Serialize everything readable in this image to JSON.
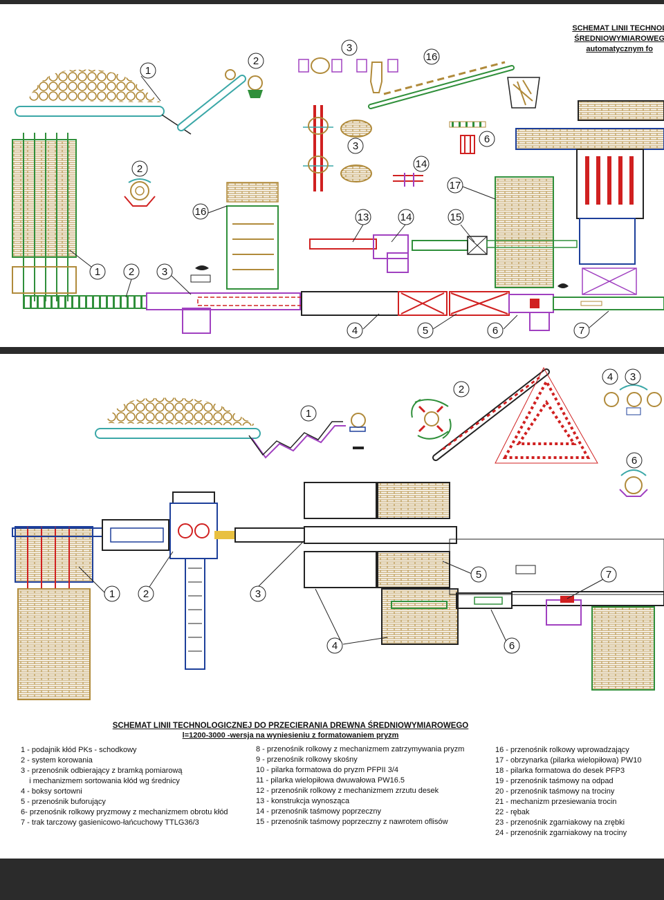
{
  "top_title": {
    "line1": "SCHEMAT LINII TECHNOL",
    "line2": "ŚREDNIOWYMIAROWEG",
    "line3": "automatycznym fo"
  },
  "top_callouts": [
    "1",
    "2",
    "3",
    "16",
    "3",
    "6",
    "14",
    "2",
    "17",
    "16",
    "13",
    "14",
    "15",
    "1",
    "2",
    "3",
    "4",
    "5",
    "6",
    "7"
  ],
  "bottom_callouts": [
    "1",
    "2",
    "4",
    "3",
    "6",
    "1",
    "2",
    "3",
    "5",
    "7",
    "4",
    "6"
  ],
  "legend": {
    "title": "SCHEMAT LINII TECHNOLOGICZNEJ DO PRZECIERANIA DREWNA ŚREDNIOWYMIAROWEGO",
    "subtitle": "l=1200-3000 -wersja na wyniesieniu z formatowaniem pryzm",
    "col1": [
      "1 - podajnik kłód PKs - schodkowy",
      "2 - system korowania",
      "3 - przenośnik odbierający z bramką pomiarową",
      "    i mechanizmem sortowania kłód wg średnicy",
      "4 - boksy sortowni",
      "5 - przenośnik buforujący",
      "6- przenośnik rolkowy pryzmowy z mechanizmem obrotu kłód",
      "7 - trak tarczowy gasienicowo-łańcuchowy TTLG36/3"
    ],
    "col2": [
      "8 - przenośnik rolkowy z mechanizmem zatrzymywania pryzm",
      "9 - przenośnik rolkowy skośny",
      "10 - pilarka formatowa do pryzm PFPII 3/4",
      "11 - pilarka wielopiłowa dwuwałowa PW16.5",
      "12 - przenośnik rolkowy z mechanizmem zrzutu desek",
      "13 - konstrukcja wynosząca",
      "14 - przenośnik taśmowy poprzeczny",
      "15 - przenośnik taśmowy poprzeczny z nawrotem oflisów"
    ],
    "col3": [
      "16 - przenośnik rolkowy wprowadzający",
      "17 - obrzynarka (pilarka wielopiłowa) PW10",
      "18 - pilarka formatowa do desek PFP3",
      "19 - przenośnik taśmowy na odpad",
      "20 - przenośnik taśmowy na trociny",
      "21 - mechanizm przesiewania  trocin",
      "22 - rębak",
      "23 - przenośnik zgarniakowy na zrębki",
      "24 - przenośnik zgarniakowy na trociny"
    ]
  },
  "colors": {
    "log": "#b08a3a",
    "conveyor_green": "#2f8f3a",
    "machine_purple": "#a040c0",
    "saw_red": "#d02020",
    "frame_blue": "#1d3f9a",
    "belt_teal": "#3aa7a7",
    "dark": "#222222"
  }
}
